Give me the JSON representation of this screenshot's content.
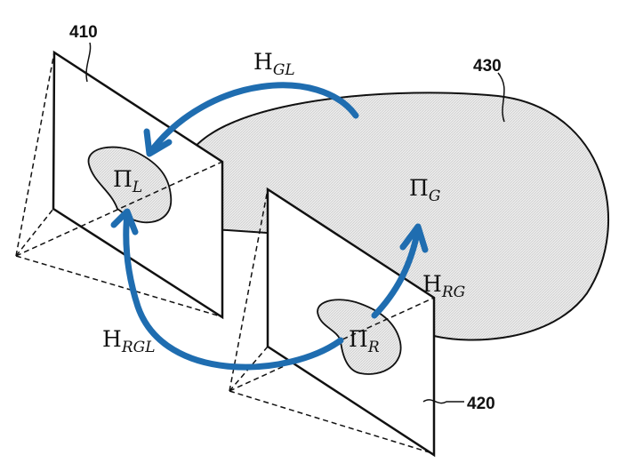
{
  "figure": {
    "ref_left_image_plane": "410",
    "ref_right_image_plane": "420",
    "ref_ground_plane": "430",
    "plane_left": {
      "symbol": "Π",
      "subscript": "L"
    },
    "plane_ground": {
      "symbol": "Π",
      "subscript": "G"
    },
    "plane_right": {
      "symbol": "Π",
      "subscript": "R"
    },
    "homography_gl": {
      "symbol": "H",
      "subscript": "GL"
    },
    "homography_rg": {
      "symbol": "H",
      "subscript": "RG"
    },
    "homography_rgl": {
      "symbol": "H",
      "subscript": "RGL"
    }
  },
  "colors": {
    "arrow": "#1f6db0",
    "region_fill": "#e4e4e4",
    "line": "#111111"
  }
}
